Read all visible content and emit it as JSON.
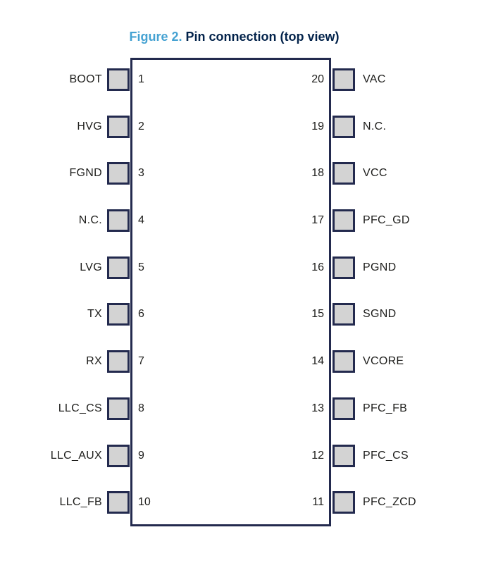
{
  "title": {
    "prefix": "Figure 2.",
    "text": "Pin connection (top view)"
  },
  "colors": {
    "accent_blue": "#45a2d2",
    "title_navy": "#03234b",
    "outline_navy": "#232a4e",
    "pin_fill": "#d3d3d3",
    "text_dark": "#1d1d1b",
    "page_bg": "#ffffff"
  },
  "pins": {
    "left": [
      {
        "number": "1",
        "label": "BOOT"
      },
      {
        "number": "2",
        "label": "HVG"
      },
      {
        "number": "3",
        "label": "FGND"
      },
      {
        "number": "4",
        "label": "N.C."
      },
      {
        "number": "5",
        "label": "LVG"
      },
      {
        "number": "6",
        "label": "TX"
      },
      {
        "number": "7",
        "label": "RX"
      },
      {
        "number": "8",
        "label": "LLC_CS"
      },
      {
        "number": "9",
        "label": "LLC_AUX"
      },
      {
        "number": "10",
        "label": "LLC_FB"
      }
    ],
    "right": [
      {
        "number": "20",
        "label": "VAC"
      },
      {
        "number": "19",
        "label": "N.C."
      },
      {
        "number": "18",
        "label": "VCC"
      },
      {
        "number": "17",
        "label": "PFC_GD"
      },
      {
        "number": "16",
        "label": "PGND"
      },
      {
        "number": "15",
        "label": "SGND"
      },
      {
        "number": "14",
        "label": "VCORE"
      },
      {
        "number": "13",
        "label": "PFC_FB"
      },
      {
        "number": "12",
        "label": "PFC_CS"
      },
      {
        "number": "11",
        "label": "PFC_ZCD"
      }
    ]
  }
}
